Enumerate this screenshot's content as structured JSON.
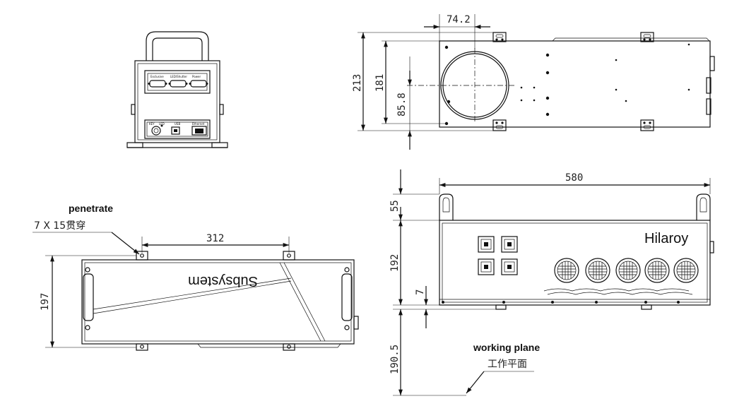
{
  "front_view": {
    "connector_labels": [
      "Exclusive",
      "LED/Shutter",
      "Power"
    ],
    "bottom_labels": [
      "KEY",
      "LED",
      "USB",
      "Ethernet"
    ]
  },
  "top_view": {
    "dim_width": "74.2",
    "dim_height_total": "213",
    "dim_height_inner": "181",
    "dim_center": "85.8"
  },
  "side_view": {
    "penetrate_label": "penetrate",
    "penetrate_note": "7 X 15贯穿",
    "dim_spacing": "312",
    "dim_height": "197",
    "brand_mirrored": "Subsystem"
  },
  "bottom_right_view": {
    "dim_length": "580",
    "dim_handle": "55",
    "dim_body": "192",
    "dim_foot": "7",
    "dim_working": "190.5",
    "brand": "Hilaroy",
    "working_plane_label": "working plane",
    "working_plane_cn": "工作平面"
  }
}
